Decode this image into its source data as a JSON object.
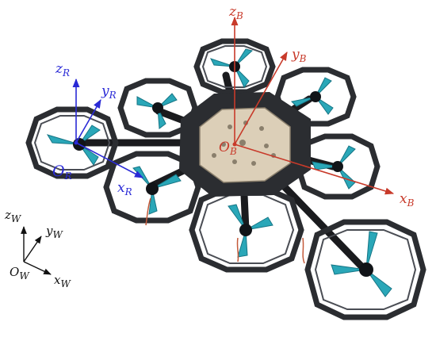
{
  "colors": {
    "body_frame": "#c83a2a",
    "robot_frame": "#2a2ad6",
    "world_frame": "#111111",
    "carbon": "#2b2d31",
    "carbon_dark": "#1a1b1e",
    "propeller": "#2aa7b8",
    "propeller_dark": "#167585",
    "plate": "#dccfb8",
    "motor": "#111418"
  },
  "frames": {
    "body": {
      "origin": {
        "main": "O",
        "sub": "B"
      },
      "x_axis": {
        "main": "x",
        "sub": "B"
      },
      "y_axis": {
        "main": "y",
        "sub": "B"
      },
      "z_axis": {
        "main": "z",
        "sub": "B"
      }
    },
    "robot": {
      "origin": {
        "main": "O",
        "sub": "R"
      },
      "x_axis": {
        "main": "x",
        "sub": "R"
      },
      "y_axis": {
        "main": "y",
        "sub": "R"
      },
      "z_axis": {
        "main": "z",
        "sub": "R"
      }
    },
    "world": {
      "origin": {
        "main": "O",
        "sub": "W"
      },
      "x_axis": {
        "main": "x",
        "sub": "W"
      },
      "y_axis": {
        "main": "y",
        "sub": "W"
      },
      "z_axis": {
        "main": "z",
        "sub": "W"
      }
    }
  },
  "icons": {
    "drone": "hexagonal-multirotor-drone-icon"
  }
}
